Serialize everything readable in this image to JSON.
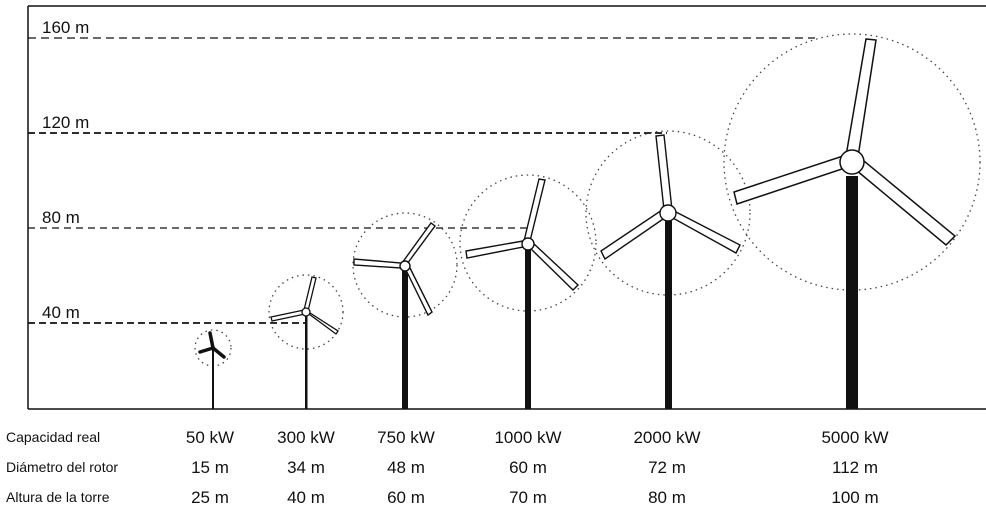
{
  "height_levels": [
    {
      "label": "160 m",
      "value": 160
    },
    {
      "label": "120 m",
      "value": 120
    },
    {
      "label": "80 m",
      "value": 80
    },
    {
      "label": "40 m",
      "value": 40
    }
  ],
  "table": {
    "row_labels": [
      "Capacidad real",
      "Diámetro del rotor",
      "Altura de la torre"
    ],
    "columns": [
      {
        "capacity": "50 kW",
        "diameter": "15 m",
        "tower": "25 m"
      },
      {
        "capacity": "300 kW",
        "diameter": "34 m",
        "tower": "40 m"
      },
      {
        "capacity": "750 kW",
        "diameter": "48 m",
        "tower": "60 m"
      },
      {
        "capacity": "1000 kW",
        "diameter": "60 m",
        "tower": "70 m"
      },
      {
        "capacity": "2000 kW",
        "diameter": "72 m",
        "tower": "80 m"
      },
      {
        "capacity": "5000 kW",
        "diameter": "112 m",
        "tower": "100 m"
      }
    ]
  }
}
